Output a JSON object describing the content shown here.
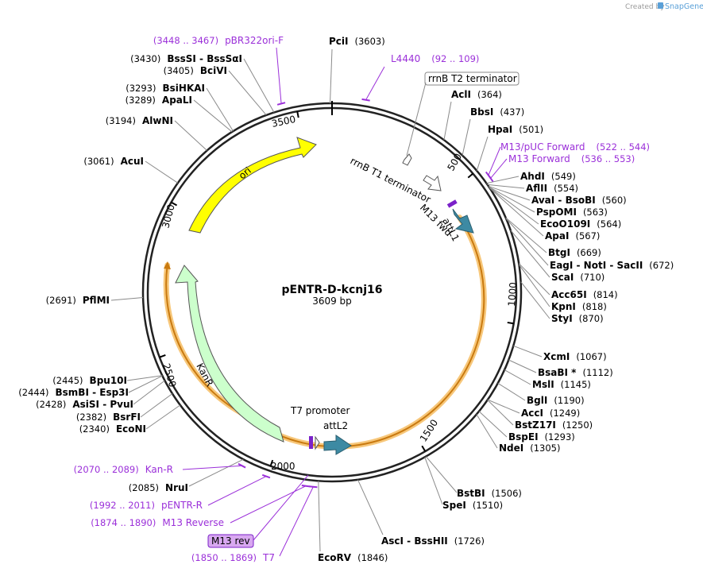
{
  "credit": {
    "text": "Created by",
    "brand": "SnapGene"
  },
  "plasmid": {
    "name": "pENTR-D-kcnj16",
    "length_label": "3609 bp",
    "total_bp": 3609
  },
  "ticks": [
    {
      "bp": 500,
      "label": "500"
    },
    {
      "bp": 1000,
      "label": "1000"
    },
    {
      "bp": 1500,
      "label": "1500"
    },
    {
      "bp": 2000,
      "label": "2000"
    },
    {
      "bp": 2500,
      "label": "2500"
    },
    {
      "bp": 3000,
      "label": "3000"
    },
    {
      "bp": 3500,
      "label": "3500"
    }
  ],
  "sites": [
    {
      "name": "PciI",
      "pos": "(3603)"
    },
    {
      "name": "AclI",
      "pos": "(364)"
    },
    {
      "name": "BbsI",
      "pos": "(437)"
    },
    {
      "name": "HpaI",
      "pos": "(501)"
    },
    {
      "name": "AhdI",
      "pos": "(549)"
    },
    {
      "name": "AflII",
      "pos": "(554)"
    },
    {
      "name": "AvaI - BsoBI",
      "pos": "(560)"
    },
    {
      "name": "PspOMI",
      "pos": "(563)"
    },
    {
      "name": "EcoO109I",
      "pos": "(564)"
    },
    {
      "name": "ApaI",
      "pos": "(567)"
    },
    {
      "name": "BtgI",
      "pos": "(669)"
    },
    {
      "name": "EagI - NotI - SacII",
      "pos": "(672)"
    },
    {
      "name": "ScaI",
      "pos": "(710)"
    },
    {
      "name": "Acc65I",
      "pos": "(814)"
    },
    {
      "name": "KpnI",
      "pos": "(818)"
    },
    {
      "name": "StyI",
      "pos": "(870)"
    },
    {
      "name": "XcmI",
      "pos": "(1067)"
    },
    {
      "name": "BsaBI *",
      "pos": "(1112)"
    },
    {
      "name": "MslI",
      "pos": "(1145)"
    },
    {
      "name": "BglI",
      "pos": "(1190)"
    },
    {
      "name": "AccI",
      "pos": "(1249)"
    },
    {
      "name": "BstZ17I",
      "pos": "(1250)"
    },
    {
      "name": "BspEI",
      "pos": "(1293)"
    },
    {
      "name": "NdeI",
      "pos": "(1305)"
    },
    {
      "name": "BstBI",
      "pos": "(1506)"
    },
    {
      "name": "SpeI",
      "pos": "(1510)"
    },
    {
      "name": "AscI - BssHII",
      "pos": "(1726)"
    },
    {
      "name": "EcoRV",
      "pos": "(1846)"
    },
    {
      "name": "NruI",
      "pos": "(2085)"
    },
    {
      "name": "EcoNI",
      "pos": "(2340)"
    },
    {
      "name": "BsrFI",
      "pos": "(2382)"
    },
    {
      "name": "AsiSI - PvuI",
      "pos": "(2428)"
    },
    {
      "name": "BsmBI - Esp3I",
      "pos": "(2444)"
    },
    {
      "name": "Bpu10I",
      "pos": "(2445)"
    },
    {
      "name": "PflMI",
      "pos": "(2691)"
    },
    {
      "name": "AcuI",
      "pos": "(3061)"
    },
    {
      "name": "AlwNI",
      "pos": "(3194)"
    },
    {
      "name": "ApaLI",
      "pos": "(3289)"
    },
    {
      "name": "BsiHKAI",
      "pos": "(3293)"
    },
    {
      "name": "BciVI",
      "pos": "(3405)"
    },
    {
      "name": "BssSI - BssSαI",
      "pos": "(3430)"
    }
  ],
  "primers": [
    {
      "name": "pBR322ori-F",
      "range": "(3448 .. 3467)"
    },
    {
      "name": "L4440",
      "range": "(92 .. 109)"
    },
    {
      "name": "M13/pUC Forward",
      "range": "(522 .. 544)"
    },
    {
      "name": "M13 Forward",
      "range": "(536 .. 553)"
    },
    {
      "name": "Kan-R",
      "range": "(2070 .. 2089)"
    },
    {
      "name": "pENTR-R",
      "range": "(1992 .. 2011)"
    },
    {
      "name": "M13 Reverse",
      "range": "(1874 .. 1890)"
    },
    {
      "name": "T7",
      "range": "(1850 .. 1869)"
    }
  ],
  "features": [
    {
      "name": "rrnB T2 terminator"
    },
    {
      "name": "rrnB T1 terminator"
    },
    {
      "name": "M13 fwd"
    },
    {
      "name": "attL1"
    },
    {
      "name": "ori"
    },
    {
      "name": "KanR"
    },
    {
      "name": "T7 promoter"
    },
    {
      "name": "attL2"
    },
    {
      "name": "M13 rev"
    }
  ]
}
